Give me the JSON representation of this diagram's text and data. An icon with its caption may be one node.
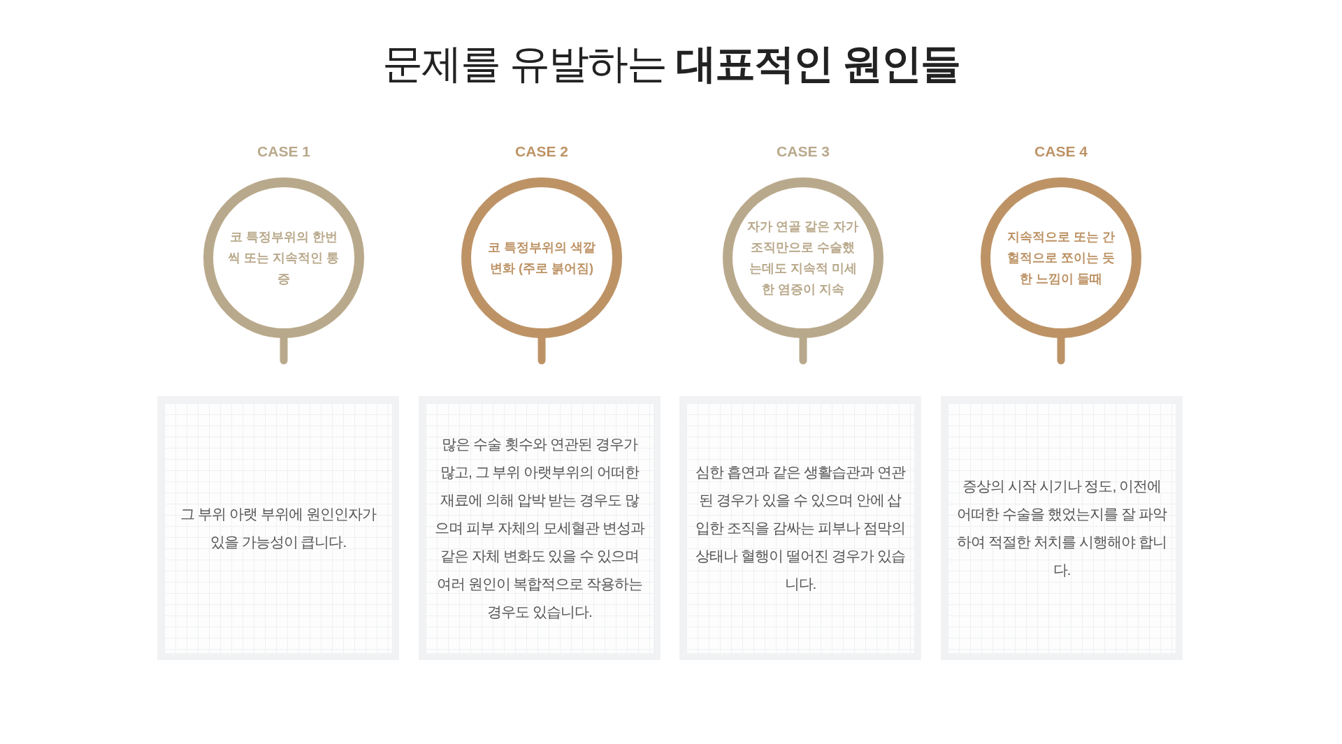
{
  "diagram": {
    "title": "문제를 유발하는 **대표적인 원인들**",
    "nodes": [
      {
        "text": [
          "CASE 1",
          "코 특정부위의 한번씩 또는 지속적인 통증"
        ]
      },
      {
        "text": [
          "CASE 2",
          "코 특정부위의 색깔변화 (주로 붉어짐)"
        ]
      },
      {
        "text": [
          "CASE 3",
          "자가 연골 같은 자가 조직만으로 수술했는데도 지속적 미세한 염증이 지속"
        ]
      },
      {
        "text": [
          "CASE 4",
          "지속적으로 또는 간헐적으로 쪼이는 듯한 느낌이 들때"
        ]
      },
      {
        "text": [
          "그 부위 아랫 부위에 원인인자가 있을 가능성이 큽니다."
        ]
      },
      {
        "text": [
          "많은 수술 횟수와 연관된 경우가 많고, 그 부위 아랫부위의 어떠한 재료에 의해 압박 받는 경우도 많으며 피부 자체의 모세혈관 변성과 같은 자체 변화도 있을 수 있으며 여러 원인이 복합적으로 작용하는 경우도 있습니다."
        ]
      },
      {
        "text": [
          "심한 흡연과 같은 생활습관과 연관된 경우가 있을 수 있으며 안에 삽입한 조직을 감싸는 피부나 점막의 상태나 혈행이 떨어진 경우가 있습니다."
        ]
      },
      {
        "text": [
          "증상의 시작 시기나 정도, 이전에 어떠한 수술을 했었는지를 잘 파악하여 적절한 처치를 시행해야 합니다."
        ]
      }
    ]
  }
}
